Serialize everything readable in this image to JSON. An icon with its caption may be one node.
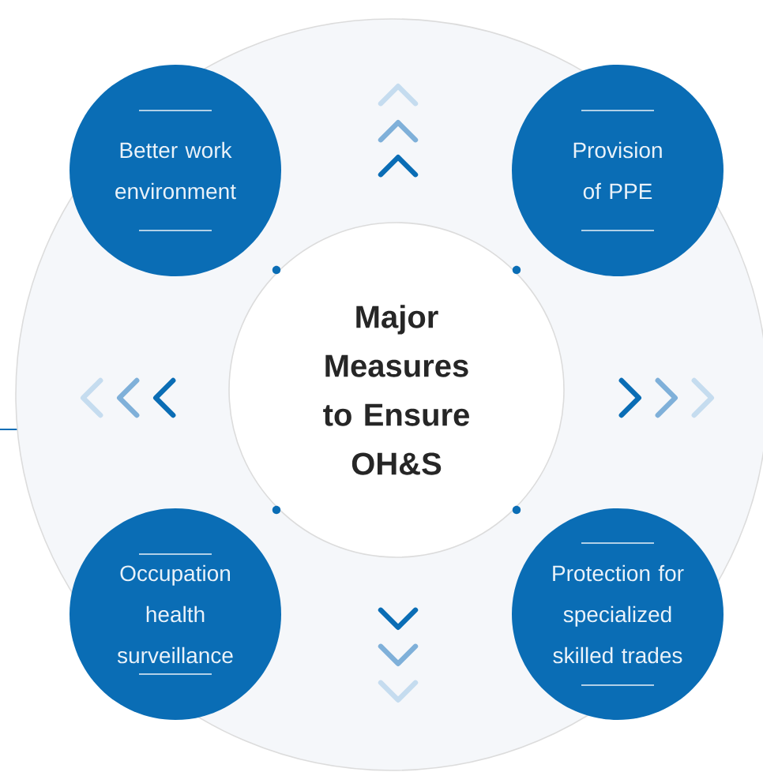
{
  "diagram": {
    "nodes": [
      {
        "text": [],
        "shape": "circle"
      },
      {
        "text": [
          "Major Measures to Ensure OH&S"
        ],
        "in": 0
      },
      {
        "text": [
          "Better work environment"
        ],
        "in": 0
      },
      {
        "text": [
          "Provision of PPE"
        ],
        "in": 0
      },
      {
        "text": [
          "Occupation health surveillance"
        ],
        "in": 0
      },
      {
        "text": [
          "Protection for specialized skilled trades"
        ],
        "in": 0
      }
    ]
  }
}
